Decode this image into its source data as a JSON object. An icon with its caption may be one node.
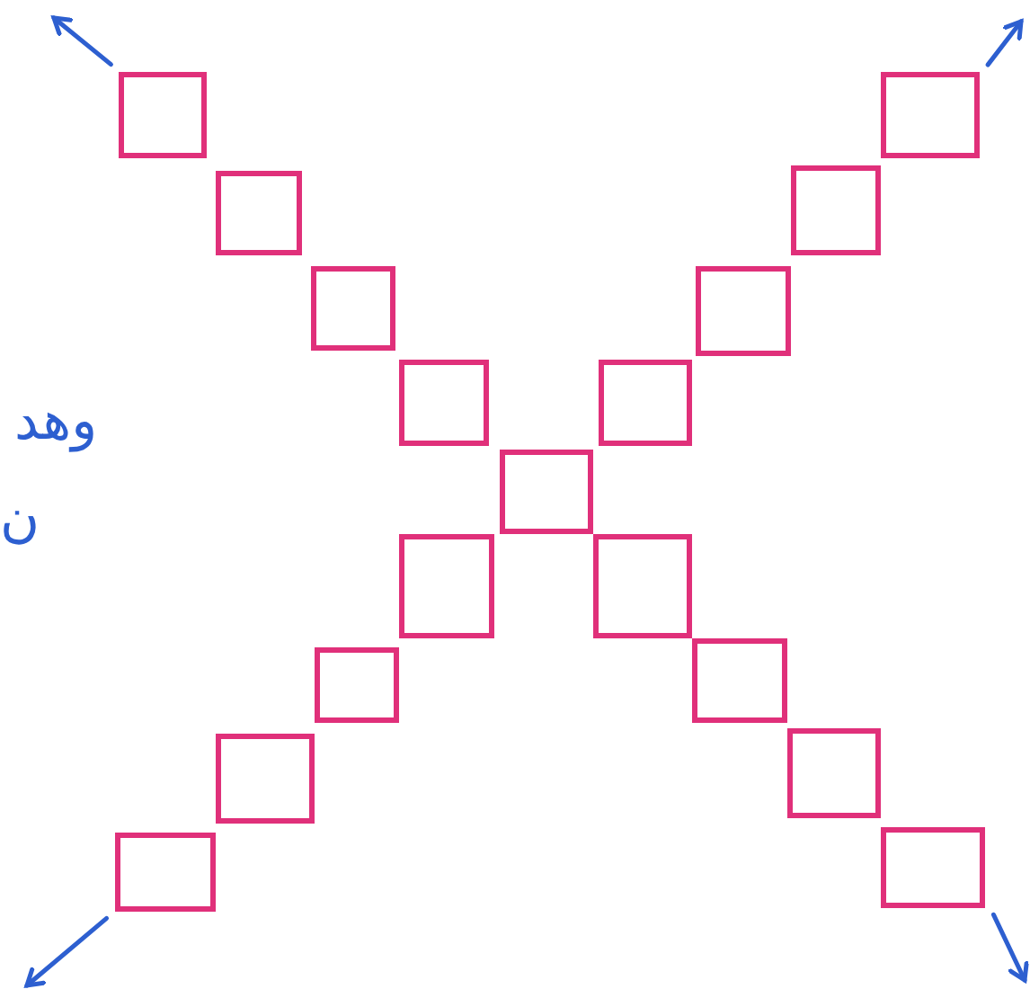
{
  "diagram": {
    "nodes": [
      {
        "text": [],
        "shape": "box"
      },
      {
        "text": [],
        "shape": "box"
      },
      {
        "text": [],
        "shape": "box"
      },
      {
        "text": [],
        "shape": "box"
      },
      {
        "text": [],
        "shape": "box"
      },
      {
        "text": [],
        "shape": "box"
      },
      {
        "text": [],
        "shape": "box"
      },
      {
        "text": [],
        "shape": "box"
      },
      {
        "text": [],
        "shape": "box"
      },
      {
        "text": [],
        "shape": "box"
      },
      {
        "text": [],
        "shape": "box"
      },
      {
        "text": [],
        "shape": "box"
      },
      {
        "text": [],
        "shape": "box"
      },
      {
        "text": [],
        "shape": "box"
      },
      {
        "text": [],
        "shape": "box"
      },
      {
        "text": [],
        "shape": "box"
      },
      {
        "text": [],
        "shape": "box"
      }
    ],
    "edges": [
      {
        "from": 0,
        "to": null,
        "arrow": "to"
      },
      {
        "from": 1,
        "to": null,
        "arrow": "to"
      },
      {
        "from": 15,
        "to": null,
        "arrow": "to"
      },
      {
        "from": 16,
        "to": null,
        "arrow": "to"
      }
    ],
    "labels": [
      "وهد",
      "ن"
    ]
  }
}
